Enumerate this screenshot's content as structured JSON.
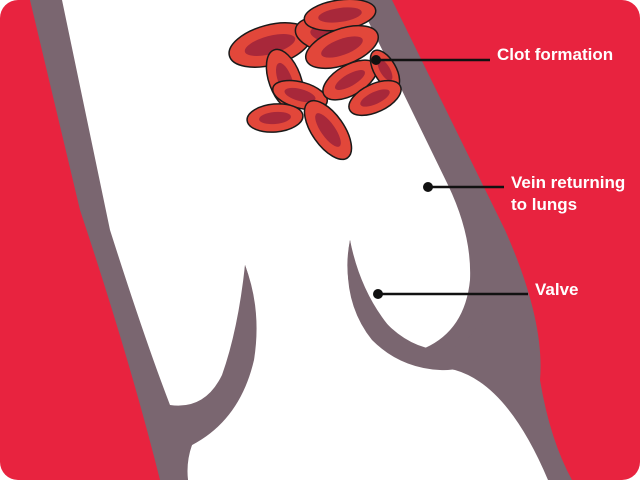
{
  "labels": {
    "clot": "Clot formation",
    "vein": "Vein returning\nto lungs",
    "valve": "Valve"
  },
  "colors": {
    "tissue": "#e8233f",
    "vein_wall": "#7a6670",
    "lumen": "#ffffff",
    "cell_fill": "#e2473a",
    "cell_center": "#a8283a",
    "cell_outline": "#1a1a1a",
    "leader": "#111111"
  }
}
